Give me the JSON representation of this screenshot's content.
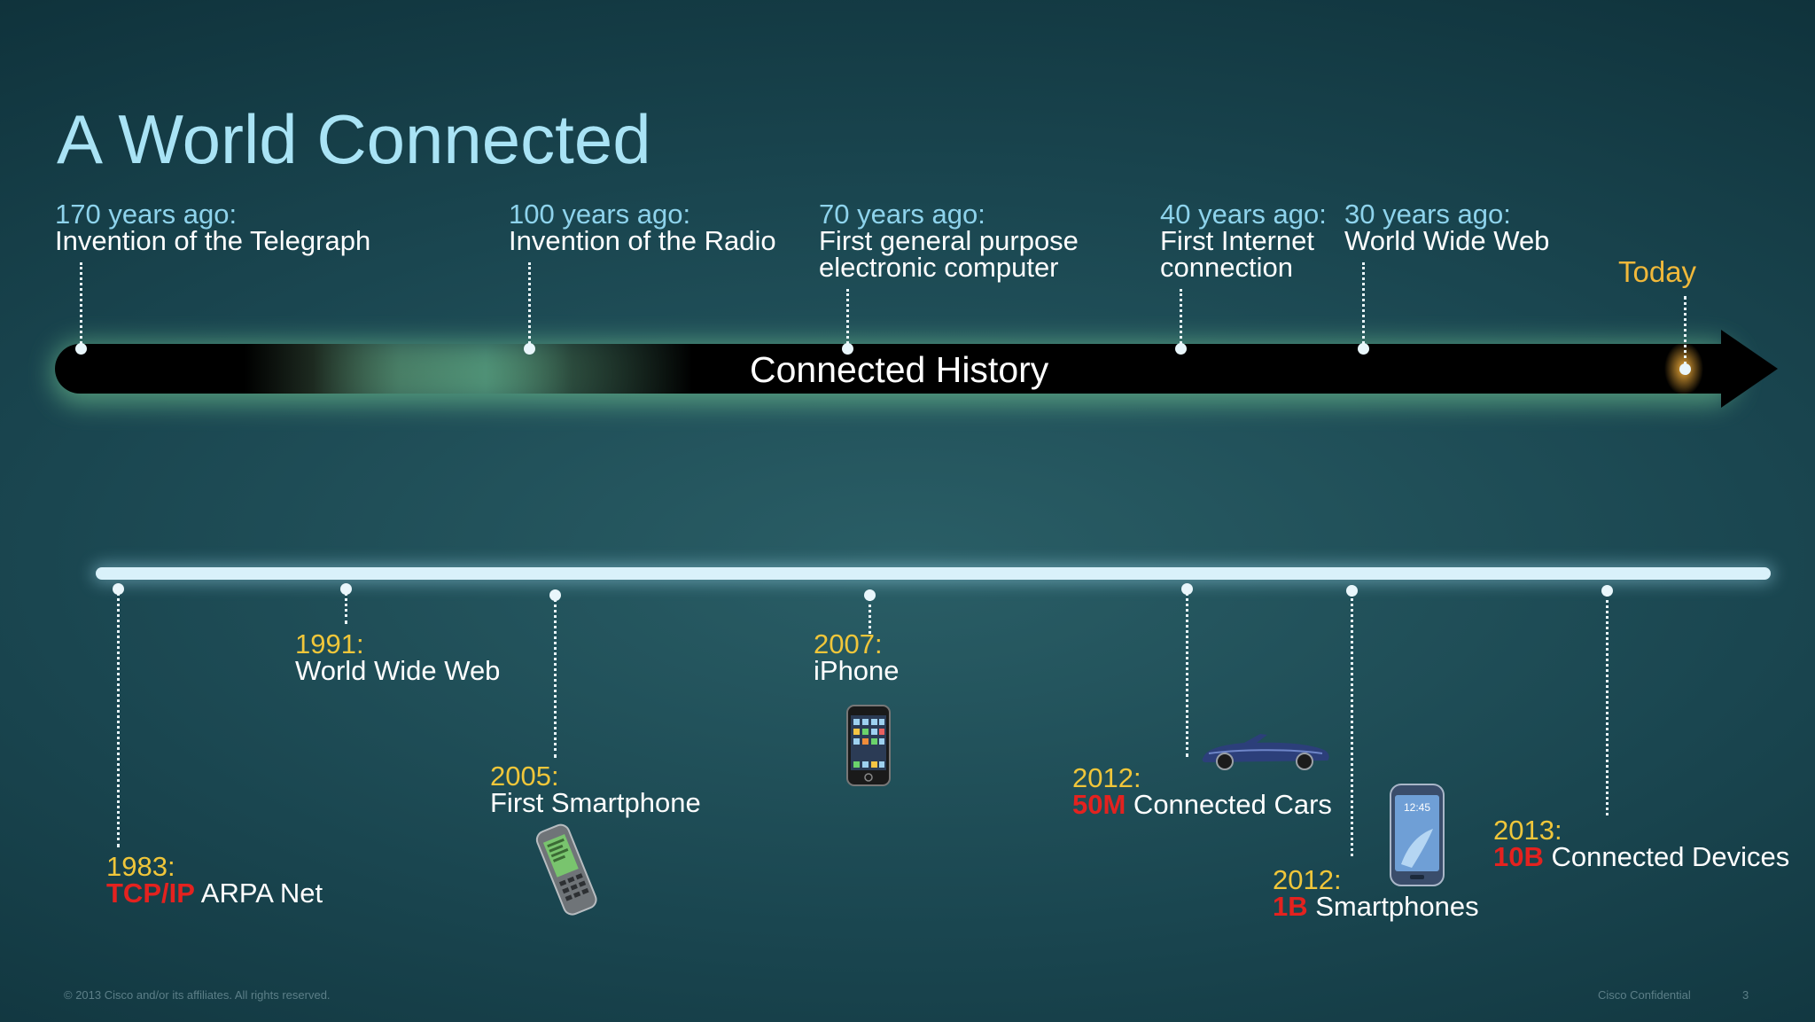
{
  "title": "A World Connected",
  "top_events": [
    {
      "ago": "170 years ago:",
      "desc": [
        "Invention of the Telegraph"
      ]
    },
    {
      "ago": "100 years ago:",
      "desc": [
        "Invention of the Radio"
      ]
    },
    {
      "ago": "70 years ago:",
      "desc": [
        "First general purpose",
        "electronic computer"
      ]
    },
    {
      "ago": "40 years ago:",
      "desc": [
        "First Internet",
        "connection"
      ]
    },
    {
      "ago": "30 years ago:",
      "desc": [
        "World Wide Web"
      ]
    }
  ],
  "today_label": "Today",
  "bar_label": "Connected History",
  "bottom_events": [
    {
      "year": "1983:",
      "highlight": "TCP/IP",
      "rest": " ARPA Net"
    },
    {
      "year": "1991:",
      "highlight": "",
      "rest": "World Wide Web"
    },
    {
      "year": "2005:",
      "highlight": "",
      "rest": "First Smartphone"
    },
    {
      "year": "2007:",
      "highlight": "",
      "rest": "iPhone"
    },
    {
      "year": "2012:",
      "highlight": "50M",
      "rest": " Connected Cars"
    },
    {
      "year": "2012:",
      "highlight": "1B",
      "rest": " Smartphones"
    },
    {
      "year": "2013:",
      "highlight": "10B",
      "rest": " Connected Devices"
    }
  ],
  "devices": {
    "iphone_time": "",
    "galaxy_time": "12:45"
  },
  "footer": {
    "copyright": "© 2013 Cisco and/or its affiliates. All rights reserved.",
    "confidential": "Cisco Confidential",
    "page": "3"
  },
  "colors": {
    "accent_title": "#a9e3f5",
    "year": "#f0c63a",
    "highlight": "#e4221f",
    "today": "#f0b83a"
  }
}
